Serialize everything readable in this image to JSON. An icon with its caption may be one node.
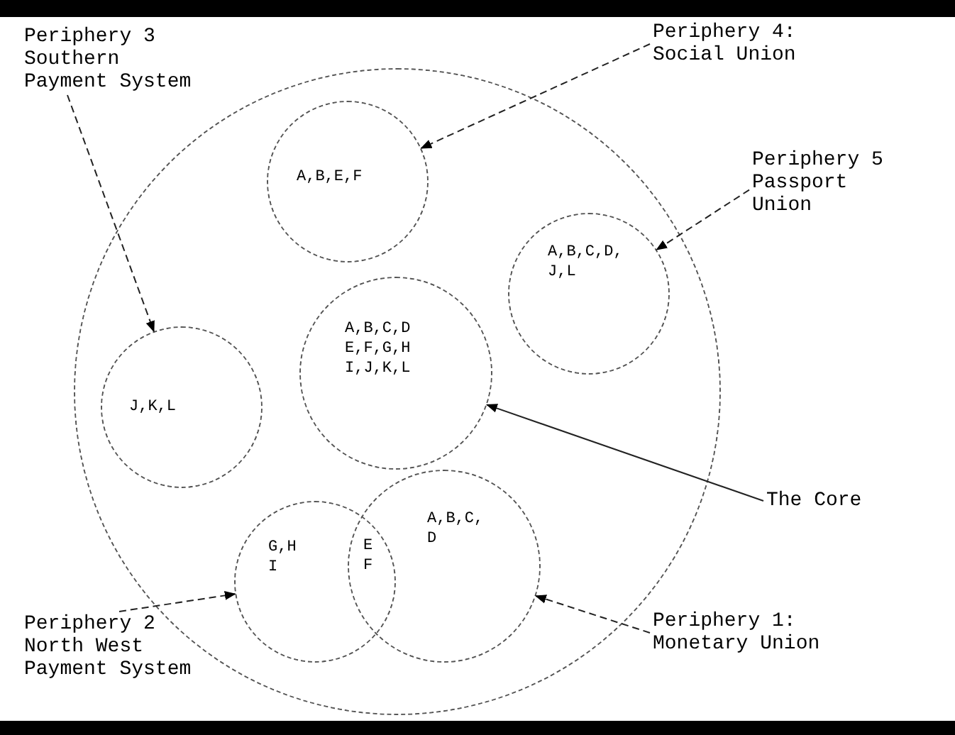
{
  "diagram": {
    "nodes": [
      {
        "text": [],
        "shape": "circle"
      },
      {
        "text": [
          "A,B,E,F"
        ],
        "in": 0
      },
      {
        "text": [
          "A,B,C,D, J,L"
        ],
        "in": 0
      },
      {
        "text": [
          "J,K,L"
        ],
        "in": 0
      },
      {
        "text": [
          "A,B,C,D E,F,G,H I,J,K,L"
        ],
        "in": 0
      },
      {
        "text": [
          "G,H I"
        ],
        "in": 0
      },
      {
        "text": [
          "A,B,C, D"
        ],
        "in": 0
      },
      {
        "text": [
          "Periphery 3 Southern Payment System"
        ]
      },
      {
        "text": [
          "Periphery 4: Social Union"
        ]
      },
      {
        "text": [
          "Periphery 5 Passport Union"
        ]
      },
      {
        "text": [
          "The Core"
        ]
      },
      {
        "text": [
          "Periphery 2 North West Payment System"
        ]
      },
      {
        "text": [
          "Periphery 1: Monetary Union"
        ]
      }
    ],
    "edges": [
      {
        "from": 7,
        "to": 3,
        "arrow": "to",
        "style": "dashed"
      },
      {
        "from": 8,
        "to": 1,
        "arrow": "to",
        "style": "dashed"
      },
      {
        "from": 9,
        "to": 2,
        "arrow": "to",
        "style": "dashed"
      },
      {
        "from": 10,
        "to": 4,
        "arrow": "to"
      },
      {
        "from": 11,
        "to": 5,
        "arrow": "to",
        "style": "dashed"
      },
      {
        "from": 12,
        "to": 6,
        "arrow": "to",
        "style": "dashed"
      }
    ],
    "labels": [
      "E F"
    ]
  }
}
